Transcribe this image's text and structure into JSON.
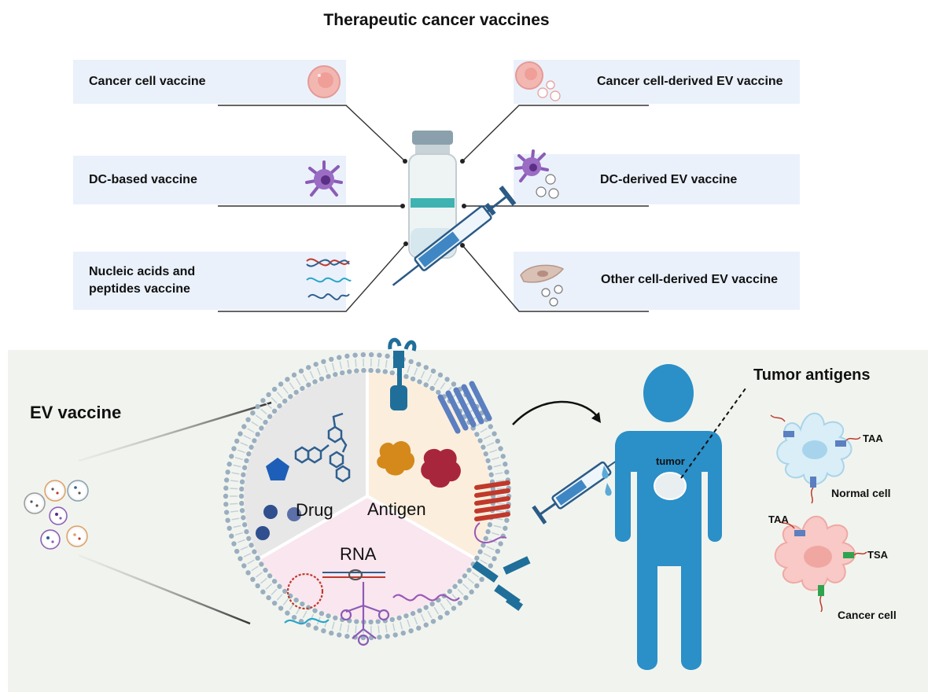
{
  "top": {
    "title": "Therapeutic cancer vaccines",
    "left_cards": [
      {
        "label": "Cancer cell vaccine",
        "icon": "cancer-cell-icon"
      },
      {
        "label": "DC-based vaccine",
        "icon": "dendritic-cell-icon"
      },
      {
        "label": "Nucleic acids and peptides vaccine",
        "label_line1": "Nucleic acids and",
        "label_line2": "peptides vaccine",
        "icon": "dna-rna-icon"
      }
    ],
    "right_cards": [
      {
        "label": "Cancer cell-derived EV vaccine",
        "icon": "cancer-cell-ev-icon"
      },
      {
        "label": "DC-derived EV vaccine",
        "icon": "dendritic-cell-ev-icon"
      },
      {
        "label": "Other cell-derived EV vaccine",
        "icon": "other-cell-ev-icon"
      }
    ],
    "center_icon": "vial-and-syringe-icon"
  },
  "bottom": {
    "ev_vaccine_label": "EV vaccine",
    "sections": {
      "drug": "Drug",
      "antigen": "Antigen",
      "rna": "RNA"
    },
    "tumor_label": "tumor",
    "tumor_antigens_title": "Tumor antigens",
    "normal_cell": {
      "label": "Normal cell",
      "antigen": "TAA"
    },
    "cancer_cell": {
      "label": "Cancer cell",
      "antigen_1": "TAA",
      "antigen_2": "TSA"
    }
  },
  "colors": {
    "card_bg": "#eaf1fb",
    "panel_bg": "#f1f4ee",
    "drug_bg": "#e7e7e7",
    "antigen_bg": "#fbeedd",
    "rna_bg": "#f9e6ef",
    "body_blue": "#2b8fc8",
    "membrane": "#9aaec0"
  }
}
